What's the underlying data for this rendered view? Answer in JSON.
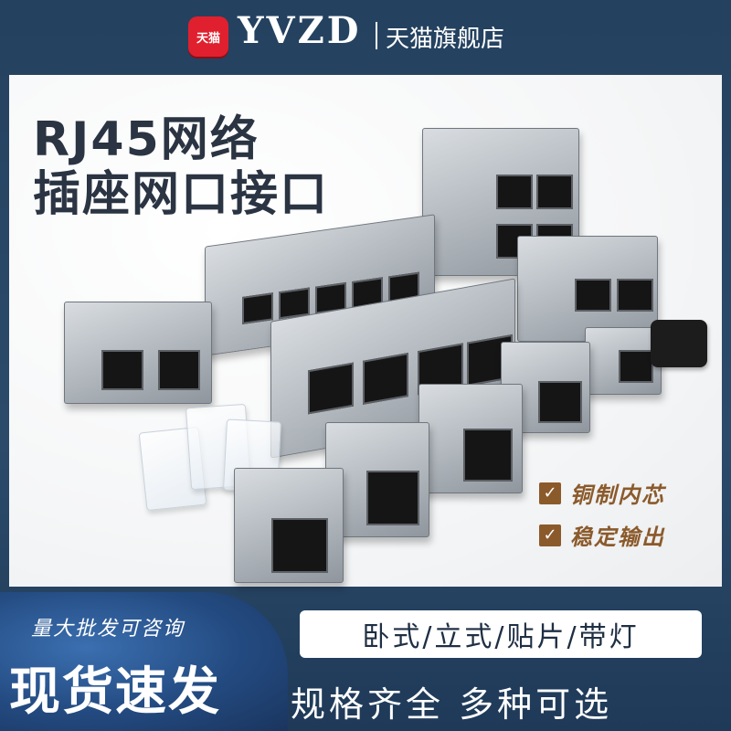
{
  "header": {
    "badge_text": "天猫",
    "brand": "YVZD",
    "store_name": "天猫旗舰店"
  },
  "hero": {
    "title_line1": "RJ45网络",
    "title_line2": "插座网口接口"
  },
  "features": [
    {
      "label": "铜制内芯"
    },
    {
      "label": "稳定输出"
    }
  ],
  "bottom": {
    "bulk_text": "量大批发可咨询",
    "in_stock": "现货速发",
    "types": "卧式/立式/贴片/带灯",
    "slogan": "规格齐全  多种可选"
  },
  "colors": {
    "background_navy": "#24415f",
    "badge_red": "#e0202e",
    "feature_brown": "#8b5a2b",
    "title_dark": "#2a3442"
  }
}
